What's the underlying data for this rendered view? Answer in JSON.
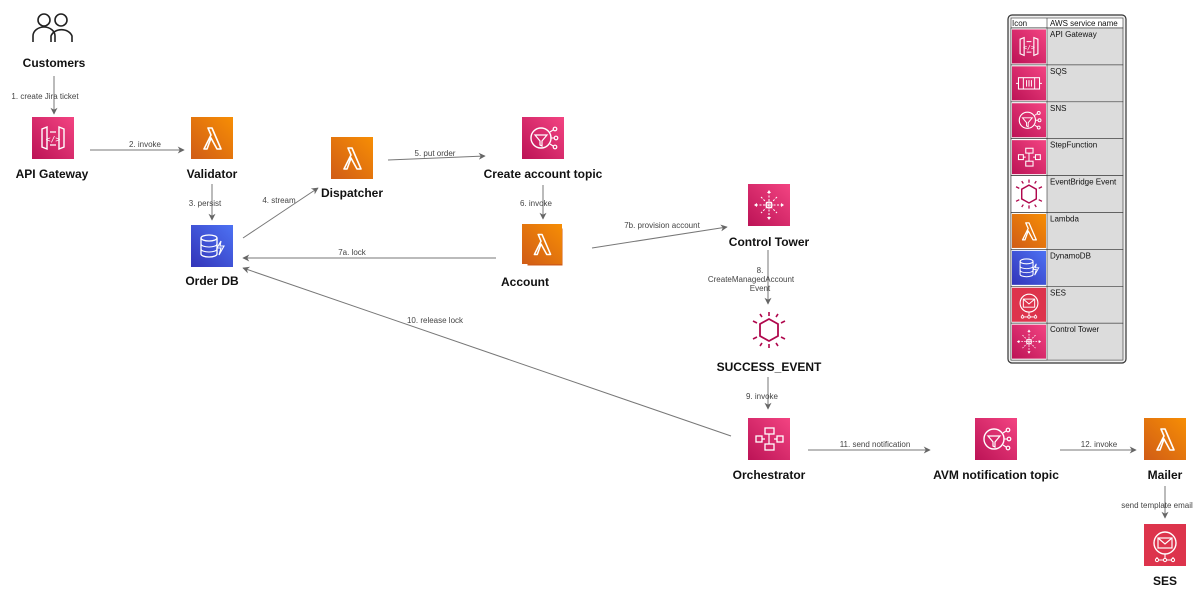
{
  "nodes": {
    "customers": "Customers",
    "api_gateway": "API Gateway",
    "validator": "Validator",
    "dispatcher": "Dispatcher",
    "create_account_topic": "Create account topic",
    "order_db": "Order DB",
    "account": "Account",
    "control_tower": "Control Tower",
    "success_event": "SUCCESS_EVENT",
    "orchestrator": "Orchestrator",
    "avm_notification_topic": "AVM notification topic",
    "mailer": "Mailer",
    "ses": "SES"
  },
  "edges": {
    "e1": "1. create Jira ticket",
    "e2": "2. invoke",
    "e3": "3. persist",
    "e4": "4. stream",
    "e5": "5. put order",
    "e6": "6. invoke",
    "e7a": "7a. lock",
    "e7b": "7b. provision account",
    "e8_line1": "8.",
    "e8_line2": "CreateManagedAccount",
    "e8_line3": "Event",
    "e9": "9. invoke",
    "e10": "10. release lock",
    "e11": "11. send notification",
    "e12": "12. invoke",
    "e13": "send template email"
  },
  "legend": {
    "header_icon": "Icon",
    "header_name": "AWS service name",
    "rows": [
      {
        "icon": "api-gateway-icon",
        "name": "API Gateway"
      },
      {
        "icon": "sqs-icon",
        "name": "SQS"
      },
      {
        "icon": "sns-icon",
        "name": "SNS"
      },
      {
        "icon": "step-function-icon",
        "name": "StepFunction"
      },
      {
        "icon": "eventbridge-event-icon",
        "name": "EventBridge Event"
      },
      {
        "icon": "lambda-icon",
        "name": "Lambda"
      },
      {
        "icon": "dynamodb-icon",
        "name": "DynamoDB"
      },
      {
        "icon": "ses-icon",
        "name": "SES"
      },
      {
        "icon": "control-tower-icon",
        "name": "Control Tower"
      }
    ]
  },
  "colors": {
    "pink_top": "#F34482",
    "pink_bottom": "#BC1356",
    "orange_top": "#F78E04",
    "orange_bottom": "#D05C17",
    "blue_top": "#4D72F3",
    "blue_bottom": "#3334B9",
    "event_magenta": "#B0084D",
    "edge": "#777777"
  }
}
